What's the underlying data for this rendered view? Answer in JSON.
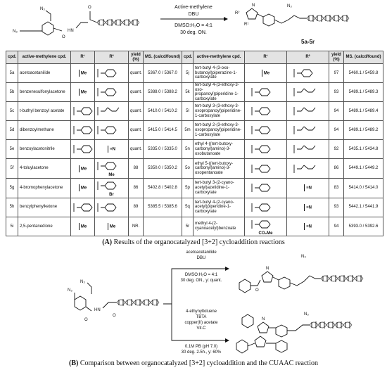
{
  "scheme_a": {
    "conditions_top": "Active-methylene",
    "conditions_reagent": "DBU",
    "conditions_solvent": "DMSO:H₂O = 4:1",
    "conditions_time": "30 deg. ON.",
    "product_label": "5a-5r",
    "sm_labels": {
      "n3": "N₃",
      "n3b": "N₃",
      "o": "O",
      "hn": "HN",
      "ho": "O"
    },
    "prod_labels": {
      "r2": "R²",
      "r1": "R¹",
      "n": "N",
      "n3": "N₃"
    }
  },
  "table": {
    "headers": [
      "cpd.",
      "active-methylene cpd.",
      "R¹",
      "R²",
      "yield (%)",
      "MS. (calcd/found)",
      "cpd.",
      "active-methylene cpd.",
      "R¹",
      "R²",
      "yield (%)",
      "MS. (calcd/found)"
    ],
    "left_rows": [
      {
        "cpd": "5a",
        "name": "acetoacetanilide",
        "r1": "Me",
        "r2": "amide-phenyl",
        "yield": "quant.",
        "ms": "5367.0 / 5367.0"
      },
      {
        "cpd": "5b",
        "name": "benzenesulfonylacetone",
        "r1": "Me",
        "r2": "phenylsulfonyl",
        "yield": "quant.",
        "ms": "5388.0 / 5388.2"
      },
      {
        "cpd": "5c",
        "name": "t-buthyl benzoyl acetate",
        "r1": "phenyl",
        "r2": "tBu-ester",
        "yield": "quant.",
        "ms": "5410.0 / 5410.2"
      },
      {
        "cpd": "5d",
        "name": "dibenzoylmethane",
        "r1": "phenyl",
        "r2": "benzoyl",
        "yield": "quant.",
        "ms": "5415.0 / 5414.5"
      },
      {
        "cpd": "5e",
        "name": "benzoylacetonitrile",
        "r1": "phenyl",
        "r2": "cyano",
        "yield": "quant.",
        "ms": "5335.0 / 5335.0"
      },
      {
        "cpd": "5f",
        "name": "4-toluylacetone",
        "r1": "Me",
        "r2": "4-Me-phenyl",
        "yield": "88",
        "ms": "5350.0 / 5350.2"
      },
      {
        "cpd": "5g",
        "name": "4-bromophenylacetone",
        "r1": "Me",
        "r2": "4-Br-phenyl",
        "yield": "86",
        "ms": "5402.8 / 5402.8"
      },
      {
        "cpd": "5h",
        "name": "benzylphenylketone",
        "r1": "phenyl",
        "r2": "phenyl",
        "yield": "89",
        "ms": "5385.5 / 5385.6"
      },
      {
        "cpd": "5i",
        "name": "2,5-pentanedione",
        "r1": "Me",
        "r2": "Me",
        "yield": "NR.",
        "ms": ""
      }
    ],
    "right_rows": [
      {
        "cpd": "5j",
        "name": "tert-butyl 4-(3-oxo-butanoyl)piperazine-1-carboxylate",
        "r1": "Me",
        "r2": "Boc-piperazine-amide",
        "yield": "97",
        "ms": "5460.1 / 5459.8"
      },
      {
        "cpd": "5k",
        "name": "tert-butyl 4-(3-ethoxy-3-oxo-propanoyl)piperidine-1-carboxylate",
        "r1": "Boc-piperidinyl",
        "r2": "ethyl ester",
        "yield": "93",
        "ms": "5489.1 / 5489.3"
      },
      {
        "cpd": "5l",
        "name": "tert-butyl 3-(3-ethoxy-3-oxopropanoyl)piperidine-1-carboxylate",
        "r1": "Boc-3-piperidinyl",
        "r2": "ethyl ester",
        "yield": "94",
        "ms": "5489.1 / 5489.4"
      },
      {
        "cpd": "5m",
        "name": "tert-butyl 2-(3-ethoxy-3-oxopropanoyl)piperidine-1-carboxylate",
        "r1": "Boc-2-piperidinyl",
        "r2": "ethyl ester",
        "yield": "94",
        "ms": "5489.1 / 5489.2"
      },
      {
        "cpd": "5n",
        "name": "ethyl 4-((tert-butoxy-carbonyl)amino)-3-oxobutanoate",
        "r1": "BocNH-methyl",
        "r2": "ethyl ester",
        "yield": "92",
        "ms": "5435.1 / 5434.8"
      },
      {
        "cpd": "5o",
        "name": "ethyl 5-((tert-butoxy-carbonyl)amino)-3-oxopentanoate",
        "r1": "BocNH-ethyl",
        "r2": "ethyl ester",
        "yield": "86",
        "ms": "5449.1 / 5449.2"
      },
      {
        "cpd": "5p",
        "name": "tert-butyl 3-(2-cyano-acetyl)azetidine-1-carboxylate",
        "r1": "Boc-azetidinyl",
        "r2": "cyano",
        "yield": "83",
        "ms": "5414.0 / 5414.0"
      },
      {
        "cpd": "5q",
        "name": "tert-butyl 4-(2-cyano-acetyl)piperidine-1-carboxylate",
        "r1": "Boc-piperidinyl",
        "r2": "cyano",
        "yield": "93",
        "ms": "5442.1 / 5441.9"
      },
      {
        "cpd": "5r",
        "name": "methyl 4-(2-cyanoacetyl)benzoate",
        "r1": "4-CO2Me-phenyl",
        "r2": "cyano",
        "yield": "94",
        "ms": "5393.0 / 5392.6"
      }
    ],
    "labels": {
      "me": "Me",
      "br": "Br",
      "co2me": "CO₂Me",
      "cn": "≡N",
      "o": "O",
      "n": "N",
      "h": "H",
      "s": "S"
    }
  },
  "caption_a": {
    "tag": "(A)",
    "text": " Results of the organocatalyzed [3+2] cycloaddition reactions"
  },
  "scheme_b": {
    "upper": {
      "reagent": "acetoacetanilide",
      "base": "DBU",
      "solvent": "DMSO:H₂O = 4:1",
      "time": "30 deg. ON., y: quant."
    },
    "lower": {
      "reagent": "4-ethynyltoluene",
      "ligand": "TBTA",
      "catalyst": "copper(II) acetate",
      "additive": "Vit.C",
      "buffer": "0.1M PB (pH 7.0)",
      "time": "30 deg. 2.5h., y: 60%"
    },
    "sm_labels": {
      "n3": "N₃",
      "n3b": "N₃",
      "o": "O",
      "hn": "HN",
      "ho": "O"
    },
    "prod_labels": {
      "n": "N",
      "n3": "N₃"
    }
  },
  "caption_b": {
    "tag": "(B)",
    "text": " Comparison between organocatalyzed [3+2] cycloaddition and the CUAAC reaction"
  }
}
